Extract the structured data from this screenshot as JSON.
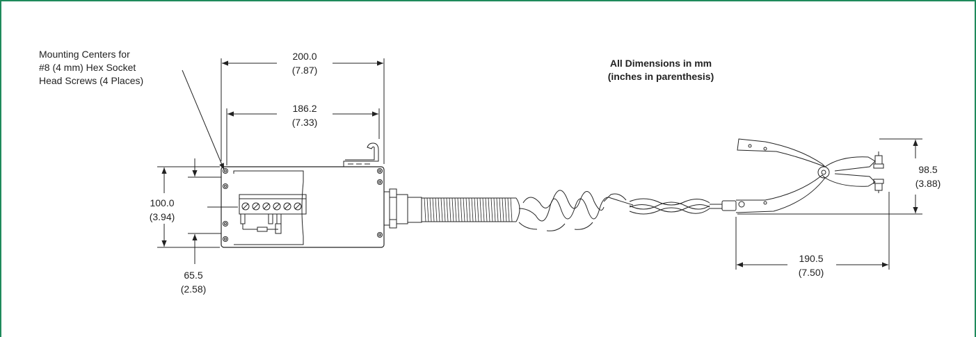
{
  "header": {
    "line1": "All Dimensions in mm",
    "line2": "(inches in parenthesis)"
  },
  "note": {
    "line1": "Mounting Centers for",
    "line2": "#8 (4 mm) Hex Socket",
    "line3": "Head Screws (4 Places)"
  },
  "dimensions": {
    "overall_width": {
      "mm": "200.0",
      "in": "(7.87)"
    },
    "mount_width": {
      "mm": "186.2",
      "in": "(7.33)"
    },
    "box_height": {
      "mm": "100.0",
      "in": "(3.94)"
    },
    "mount_height": {
      "mm": "65.5",
      "in": "(2.58)"
    },
    "clamp_height": {
      "mm": "98.5",
      "in": "(3.88)"
    },
    "clamp_length": {
      "mm": "190.5",
      "in": "(7.50)"
    }
  },
  "colors": {
    "frame": "#1f8a5b",
    "ink": "#222222"
  }
}
